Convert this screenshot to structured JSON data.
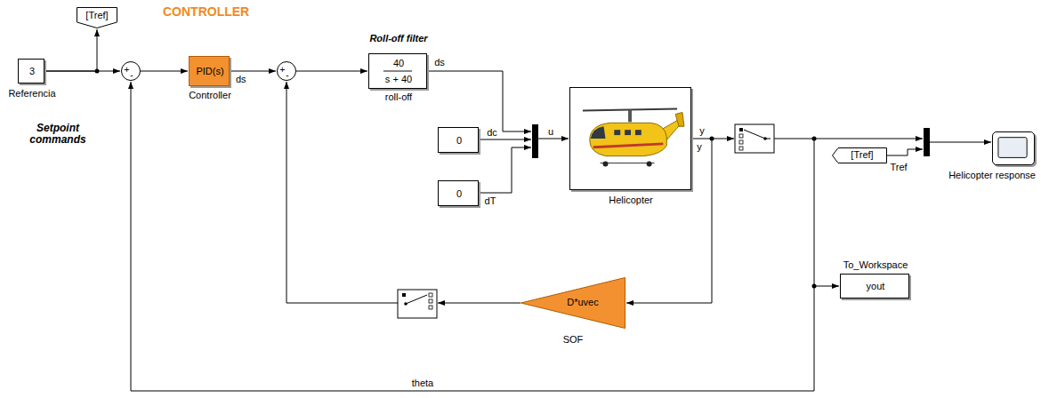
{
  "diagram": {
    "nodes": [
      {
        "text": [
          "3",
          "Referencia"
        ]
      },
      {
        "text": [
          "[Tref]"
        ]
      },
      {
        "text": [
          "+",
          "-"
        ]
      },
      {
        "text": [
          "PID(s)",
          "Controller"
        ]
      },
      {
        "text": [
          "+",
          "-"
        ]
      },
      {
        "text": [
          "Roll-off filter",
          "40",
          "s + 40",
          "roll-off"
        ]
      },
      {
        "text": [
          "0"
        ]
      },
      {
        "text": [
          "0"
        ]
      },
      {
        "text": [
          "Helicopter"
        ]
      },
      {
        "text": [
          "[Tref]"
        ]
      },
      {
        "text": [
          "Helicopter response"
        ]
      },
      {
        "text": [
          "To_Workspace",
          "yout"
        ]
      },
      {
        "text": [
          "D*uvec",
          "SOF"
        ]
      }
    ],
    "edges": [
      {
        "from": 0,
        "to": 2,
        "arrow": "to"
      },
      {
        "from": 0,
        "to": 1,
        "arrow": "to"
      },
      {
        "from": 2,
        "to": 3,
        "arrow": "to"
      },
      {
        "from": 3,
        "to": 4,
        "label": "ds",
        "arrow": "to"
      },
      {
        "from": 4,
        "to": 5,
        "arrow": "to"
      },
      {
        "from": 8,
        "to": 12,
        "arrow": "to"
      }
    ],
    "labels": [
      "CONTROLLER",
      "Setpoint commands",
      "ds",
      "dc",
      "dT",
      "u",
      "y",
      "y",
      "Tref",
      "theta"
    ]
  }
}
